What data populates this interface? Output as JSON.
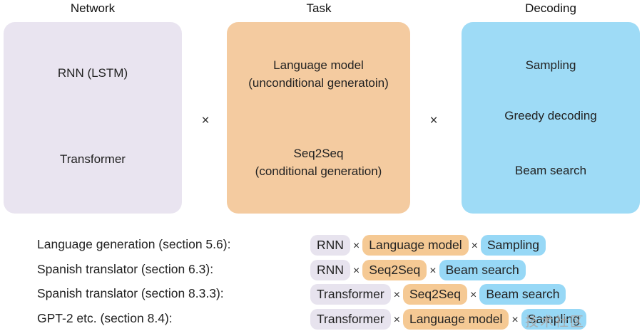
{
  "headers": {
    "network": "Network",
    "task": "Task",
    "decoding": "Decoding"
  },
  "multiply_sign": "×",
  "network_box": {
    "item1": "RNN (LSTM)",
    "item2": "Transformer"
  },
  "task_box": {
    "item1_line1": "Language model",
    "item1_line2": "(unconditional generatoin)",
    "item2_line1": "Seq2Seq",
    "item2_line2": "(conditional generation)"
  },
  "decoding_box": {
    "item1": "Sampling",
    "item2": "Greedy decoding",
    "item3": "Beam search"
  },
  "examples": [
    {
      "label": "Language generation (section 5.6):",
      "network": "RNN",
      "task": "Language model",
      "decoding": "Sampling"
    },
    {
      "label": "Spanish translator (section 6.3):",
      "network": "RNN",
      "task": "Seq2Seq",
      "decoding": "Beam search"
    },
    {
      "label": "Spanish translator (section 8.3.3):",
      "network": "Transformer",
      "task": "Seq2Seq",
      "decoding": "Beam search"
    },
    {
      "label": "GPT-2 etc. (section 8.4):",
      "network": "Transformer",
      "task": "Language model",
      "decoding": "Sampling"
    }
  ],
  "watermark": "技术社区",
  "colors": {
    "network_fill": "#e9e4f0",
    "task_fill": "#f4cba0",
    "decoding_fill": "#9edbf6",
    "network_pill": "#e7e3ee",
    "task_pill": "#f5c994",
    "decoding_pill": "#97d8f6",
    "text": "#1e1e1e",
    "watermark_gray": "#a9a9a9"
  }
}
